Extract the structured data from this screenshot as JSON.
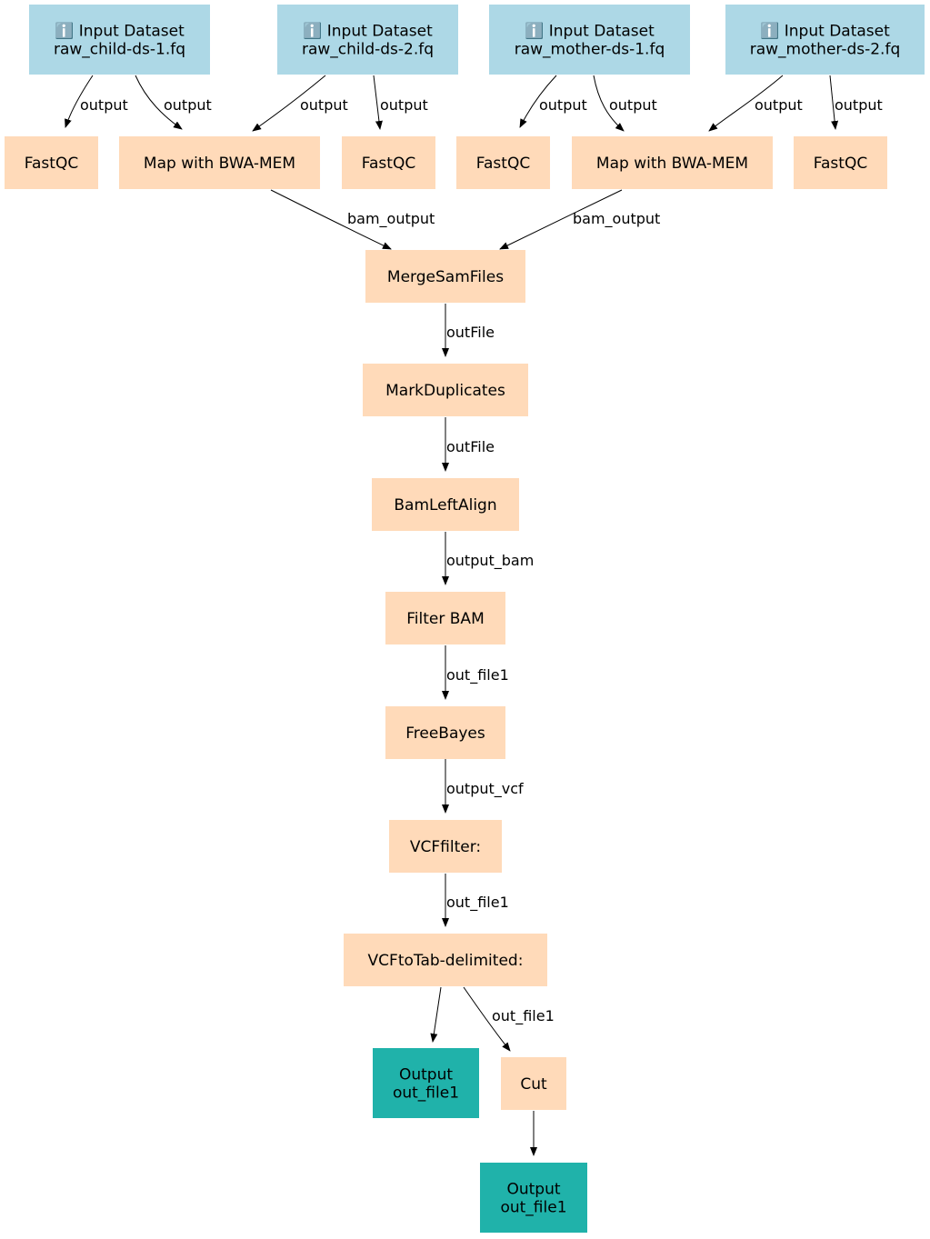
{
  "colors": {
    "input": "#add8e6",
    "tool": "#ffdab9",
    "output": "#20b2aa",
    "edge": "#000000"
  },
  "nodes": {
    "in1": {
      "kind": "input",
      "icon": "info-icon",
      "line1": "ℹ️ Input Dataset",
      "line2": "raw_child-ds-1.fq"
    },
    "in2": {
      "kind": "input",
      "icon": "info-icon",
      "line1": "ℹ️ Input Dataset",
      "line2": "raw_child-ds-2.fq"
    },
    "in3": {
      "kind": "input",
      "icon": "info-icon",
      "line1": "ℹ️ Input Dataset",
      "line2": "raw_mother-ds-1.fq"
    },
    "in4": {
      "kind": "input",
      "icon": "info-icon",
      "line1": "ℹ️ Input Dataset",
      "line2": "raw_mother-ds-2.fq"
    },
    "fastqc1": {
      "kind": "tool",
      "line1": "FastQC"
    },
    "bwa1": {
      "kind": "tool",
      "line1": "Map with BWA-MEM"
    },
    "fastqc2": {
      "kind": "tool",
      "line1": "FastQC"
    },
    "fastqc3": {
      "kind": "tool",
      "line1": "FastQC"
    },
    "bwa2": {
      "kind": "tool",
      "line1": "Map with BWA-MEM"
    },
    "fastqc4": {
      "kind": "tool",
      "line1": "FastQC"
    },
    "merge": {
      "kind": "tool",
      "line1": "MergeSamFiles"
    },
    "markdup": {
      "kind": "tool",
      "line1": "MarkDuplicates"
    },
    "leftalign": {
      "kind": "tool",
      "line1": "BamLeftAlign"
    },
    "filterbam": {
      "kind": "tool",
      "line1": "Filter BAM"
    },
    "freebayes": {
      "kind": "tool",
      "line1": "FreeBayes"
    },
    "vcffilter": {
      "kind": "tool",
      "line1": "VCFfilter:"
    },
    "vcftotab": {
      "kind": "tool",
      "line1": "VCFtoTab-delimited:"
    },
    "out1": {
      "kind": "output",
      "line1": "Output",
      "line2": "out_file1"
    },
    "cut": {
      "kind": "tool",
      "line1": "Cut"
    },
    "out2": {
      "kind": "output",
      "line1": "Output",
      "line2": "out_file1"
    }
  },
  "edges": [
    {
      "from": "in1",
      "to": "fastqc1",
      "label": "output"
    },
    {
      "from": "in1",
      "to": "bwa1",
      "label": "output"
    },
    {
      "from": "in2",
      "to": "bwa1",
      "label": "output"
    },
    {
      "from": "in2",
      "to": "fastqc2",
      "label": "output"
    },
    {
      "from": "in3",
      "to": "fastqc3",
      "label": "output"
    },
    {
      "from": "in3",
      "to": "bwa2",
      "label": "output"
    },
    {
      "from": "in4",
      "to": "bwa2",
      "label": "output"
    },
    {
      "from": "in4",
      "to": "fastqc4",
      "label": "output"
    },
    {
      "from": "bwa1",
      "to": "merge",
      "label": "bam_output"
    },
    {
      "from": "bwa2",
      "to": "merge",
      "label": "bam_output"
    },
    {
      "from": "merge",
      "to": "markdup",
      "label": "outFile"
    },
    {
      "from": "markdup",
      "to": "leftalign",
      "label": "outFile"
    },
    {
      "from": "leftalign",
      "to": "filterbam",
      "label": "output_bam"
    },
    {
      "from": "filterbam",
      "to": "freebayes",
      "label": "out_file1"
    },
    {
      "from": "freebayes",
      "to": "vcffilter",
      "label": "output_vcf"
    },
    {
      "from": "vcffilter",
      "to": "vcftotab",
      "label": "out_file1"
    },
    {
      "from": "vcftotab",
      "to": "out1",
      "label": ""
    },
    {
      "from": "vcftotab",
      "to": "cut",
      "label": "out_file1"
    },
    {
      "from": "cut",
      "to": "out2",
      "label": ""
    }
  ]
}
